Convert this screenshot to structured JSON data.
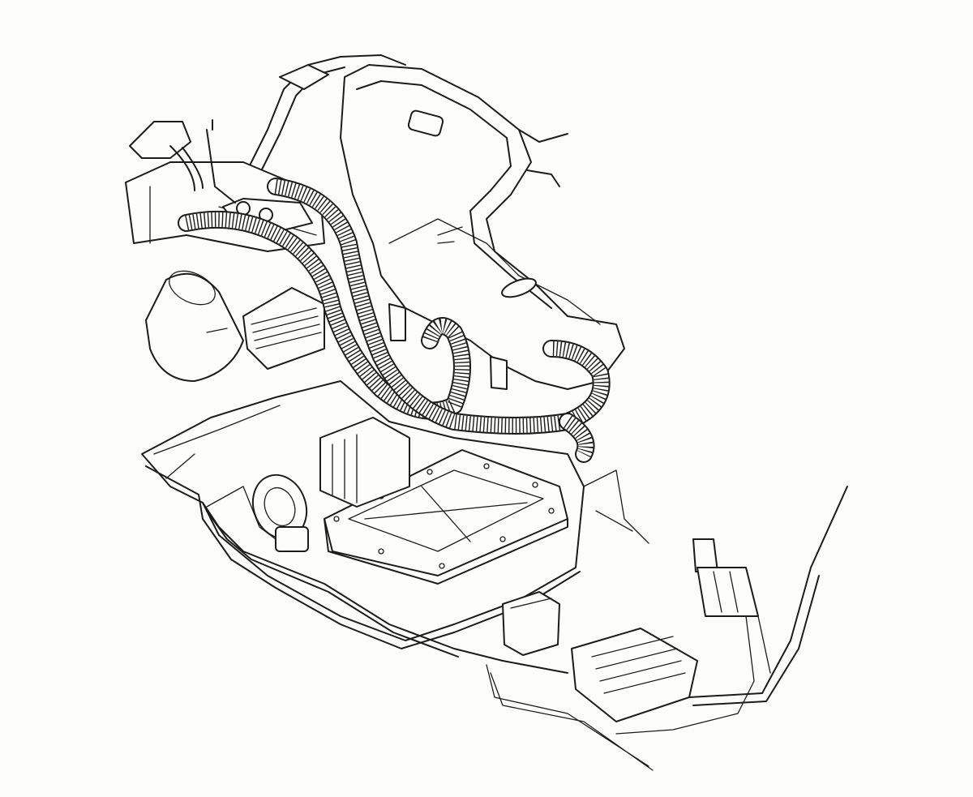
{
  "drawing": {
    "background_color": "#fcfcfa",
    "line_color": "#1c1c1c",
    "style": "technical line illustration",
    "components": [
      "seat",
      "corrugated-hoses",
      "battery-box",
      "floor-tray",
      "fuel-tank",
      "canister",
      "control-module",
      "pump-motor",
      "connector-cluster",
      "relay-box",
      "wiring-harness"
    ]
  }
}
